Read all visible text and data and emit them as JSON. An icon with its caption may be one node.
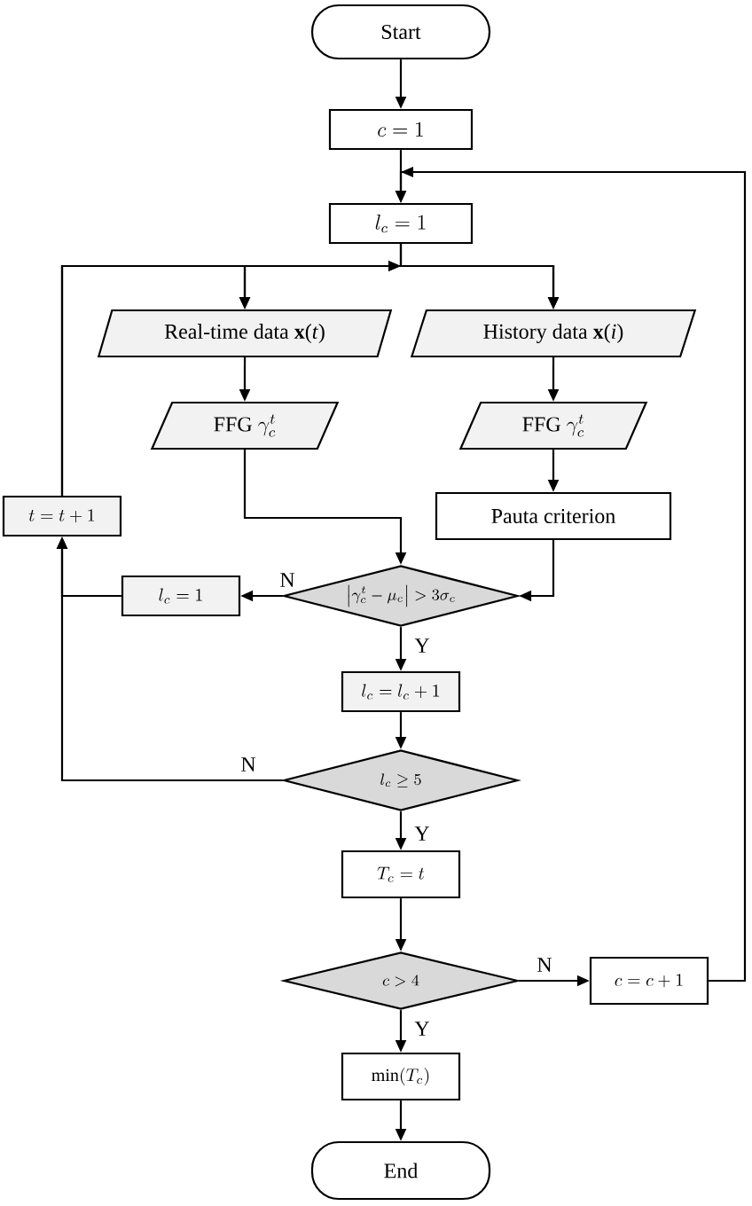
{
  "diagram": {
    "nodes": [
      {
        "text": [
          "Start"
        ]
      },
      {
        "text": [
          "c = 1"
        ]
      },
      {
        "text": [
          "l_c = 1"
        ]
      },
      {
        "text": [
          "Real-time data **x**(*t*)"
        ]
      },
      {
        "text": [
          "History data **x**(*i*)"
        ]
      },
      {
        "text": [
          "\\mathrm{FFG}\\ \\gamma_c^t"
        ]
      },
      {
        "text": [
          "\\mathrm{FFG}\\ \\gamma_c^t"
        ]
      },
      {
        "text": [
          "Pauta criterion"
        ]
      },
      {
        "text": [
          "\\left|\\gamma_c^t-\\mu_c\\right|>3\\sigma_c"
        ]
      },
      {
        "text": [
          "l_c = 1"
        ]
      },
      {
        "text": [
          "t = t+1"
        ]
      },
      {
        "text": [
          "l_c = l_c+1"
        ]
      },
      {
        "text": [
          "l_c \\geq 5"
        ]
      },
      {
        "text": [
          "T_c = t"
        ]
      },
      {
        "text": [
          "c > 4"
        ]
      },
      {
        "text": [
          "c = c+1"
        ]
      },
      {
        "text": [
          "\\min(T_c)"
        ]
      },
      {
        "text": [
          "End"
        ]
      }
    ],
    "edges": [
      {
        "from": 0,
        "to": 1,
        "arrow": "to"
      },
      {
        "from": 1,
        "to": 2,
        "arrow": "to"
      },
      {
        "from": 2,
        "to": 3,
        "arrow": "to"
      },
      {
        "from": 2,
        "to": 4,
        "arrow": "to"
      },
      {
        "from": 3,
        "to": 5,
        "arrow": "to"
      },
      {
        "from": 4,
        "to": 6,
        "arrow": "to"
      },
      {
        "from": 6,
        "to": 7,
        "arrow": "to"
      },
      {
        "from": 5,
        "to": 8,
        "arrow": "to"
      },
      {
        "from": 7,
        "to": 8,
        "arrow": "to"
      },
      {
        "from": 8,
        "to": 9,
        "arrow": "to",
        "label": "N"
      },
      {
        "from": 8,
        "to": 11,
        "arrow": "to",
        "label": "Y"
      },
      {
        "from": 9,
        "to": 10,
        "arrow": "to"
      },
      {
        "from": 11,
        "to": 12,
        "arrow": "to"
      },
      {
        "from": 12,
        "to": 10,
        "arrow": "to",
        "label": "N"
      },
      {
        "from": 10,
        "to": 3,
        "arrow": "to"
      },
      {
        "from": 10,
        "to": 4,
        "arrow": "to"
      },
      {
        "from": 12,
        "to": 13,
        "arrow": "to",
        "label": "Y"
      },
      {
        "from": 13,
        "to": 14,
        "arrow": "to"
      },
      {
        "from": 14,
        "to": 15,
        "arrow": "to",
        "label": "N"
      },
      {
        "from": 15,
        "to": 2,
        "arrow": "to"
      },
      {
        "from": 14,
        "to": 16,
        "arrow": "to",
        "label": "Y"
      },
      {
        "from": 16,
        "to": 17,
        "arrow": "to"
      }
    ]
  }
}
